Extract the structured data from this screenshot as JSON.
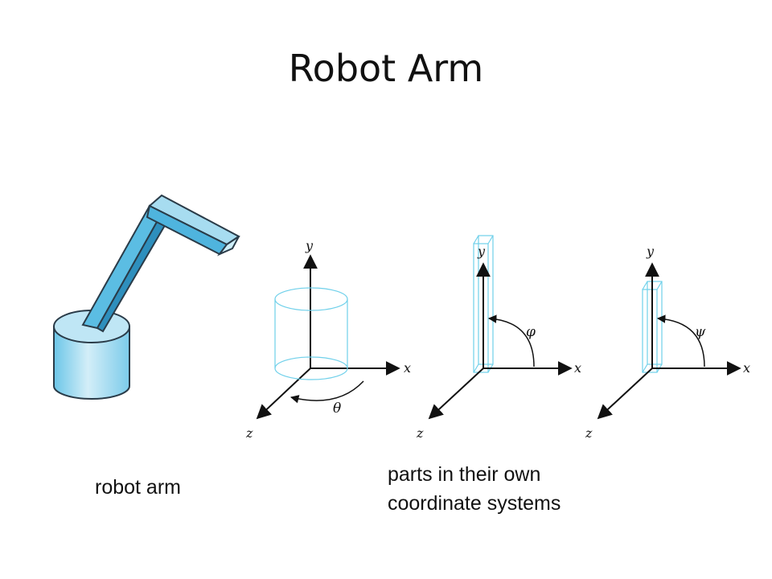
{
  "title": "Robot Arm",
  "captions": {
    "left": "robot arm",
    "right_line1": "parts in their own",
    "right_line2": "coordinate systems"
  },
  "frames": [
    {
      "x": "x",
      "y": "y",
      "z": "z",
      "angle": "θ"
    },
    {
      "x": "x",
      "y": "y",
      "z": "z",
      "angle": "φ"
    },
    {
      "x": "x",
      "y": "y",
      "z": "z",
      "angle": "ψ"
    }
  ],
  "colors": {
    "arm_fill": "#5bbde3",
    "arm_light": "#a7dcf0",
    "arm_dark": "#2e8fbd",
    "outline": "#2a3b48",
    "wire": "#6fd0ea",
    "axis": "#111111"
  }
}
